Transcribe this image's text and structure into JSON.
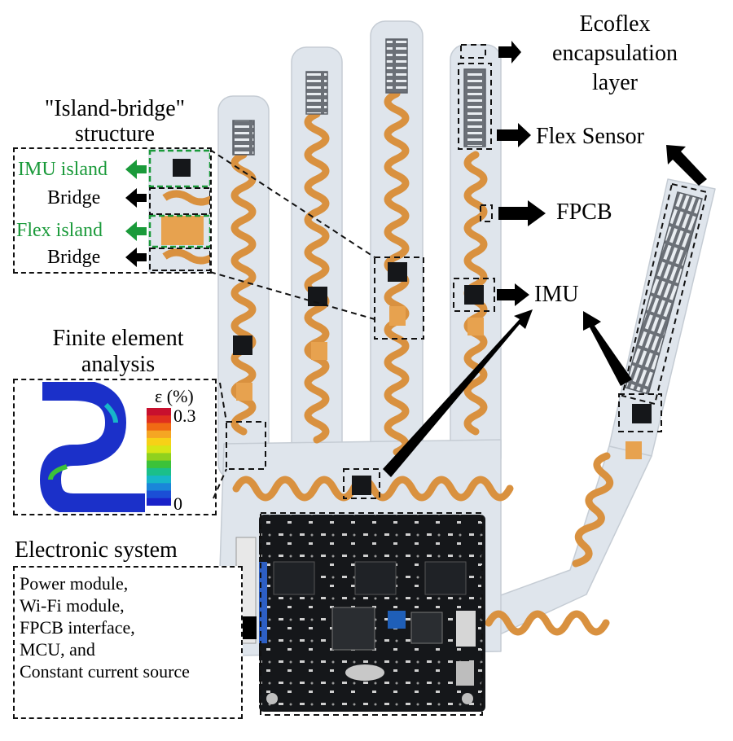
{
  "labels": {
    "ecoflex": [
      "Ecoflex",
      "encapsulation",
      "layer"
    ],
    "flex_sensor": "Flex Sensor",
    "fpcb": "FPCB",
    "imu": "IMU",
    "island_bridge_title": [
      "\"Island-bridge\"",
      "structure"
    ],
    "imu_island": "IMU island",
    "bridge_1": "Bridge",
    "flex_island": "Flex island",
    "bridge_2": "Bridge",
    "fea_title": [
      "Finite element",
      "analysis"
    ],
    "legend_title": "ε (%)",
    "legend_max": "0.3",
    "legend_min": "0",
    "electronic_title": "Electronic system",
    "electronic_items": [
      "Power module,",
      "Wi-Fi module,",
      "FPCB interface,",
      "MCU, and",
      "Constant current source"
    ]
  },
  "colors": {
    "glove": "#dfe5ec",
    "copper": "#d9913f",
    "pcb": "#15171a",
    "island_green": "#1a9a3a",
    "colorbar": [
      "#c8102e",
      "#e0301e",
      "#f06a14",
      "#f5a623",
      "#f7d117",
      "#d6e616",
      "#8fd11e",
      "#3cc23a",
      "#1bbf8a",
      "#17b6c9",
      "#1a86d9",
      "#1b4fd6",
      "#1a22c9"
    ]
  }
}
